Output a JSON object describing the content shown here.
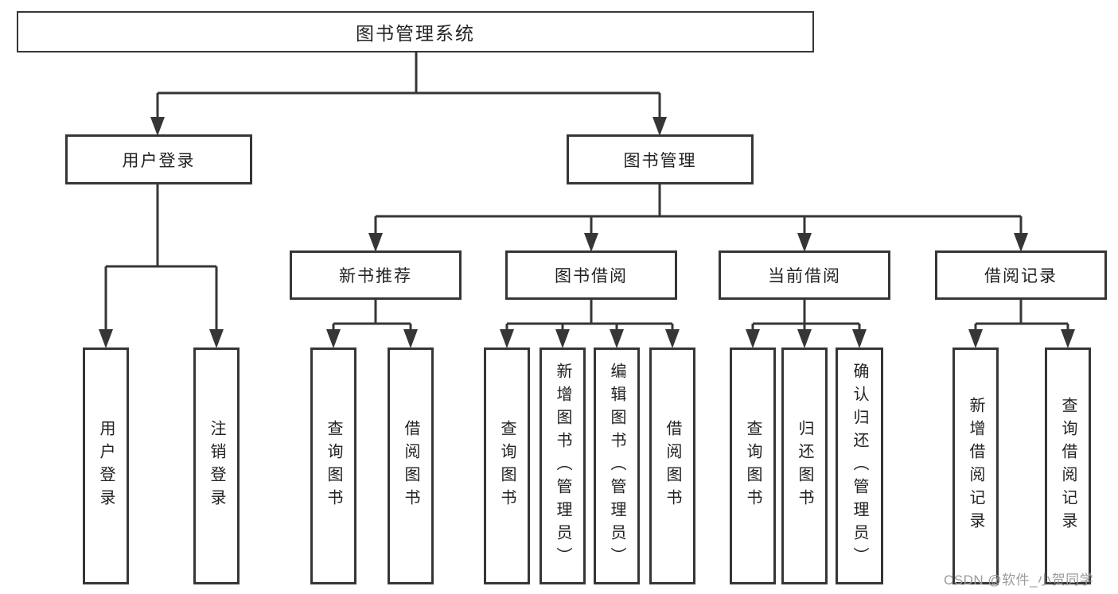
{
  "diagram": {
    "root": {
      "label": "图书管理系统"
    },
    "level2": {
      "user_login": {
        "label": "用户登录"
      },
      "book_mgmt": {
        "label": "图书管理"
      }
    },
    "level3": {
      "new_books": {
        "label": "新书推荐"
      },
      "book_borrow": {
        "label": "图书借阅"
      },
      "current_borrow": {
        "label": "当前借阅"
      },
      "borrow_records": {
        "label": "借阅记录"
      }
    },
    "leaves": {
      "user_login": {
        "label": "用户登录"
      },
      "logout": {
        "label": "注销登录"
      },
      "nb_query": {
        "label": "查询图书"
      },
      "nb_borrow": {
        "label": "借阅图书"
      },
      "bb_query": {
        "label": "查询图书"
      },
      "bb_add": {
        "label": "新增图书（管理员）"
      },
      "bb_edit": {
        "label": "编辑图书（管理员）"
      },
      "bb_borrow": {
        "label": "借阅图书"
      },
      "cb_query": {
        "label": "查询图书"
      },
      "cb_return": {
        "label": "归还图书"
      },
      "cb_confirm": {
        "label": "确认归还（管理员）"
      },
      "br_add": {
        "label": "新增借阅记录"
      },
      "br_query": {
        "label": "查询借阅记录"
      }
    }
  },
  "watermark": {
    "text": "CSDN @软件_小贺同学"
  },
  "colors": {
    "line": "#363636",
    "box_border": "#363636",
    "text": "#222222",
    "watermark": "#9b9b9b",
    "background": "#ffffff"
  }
}
